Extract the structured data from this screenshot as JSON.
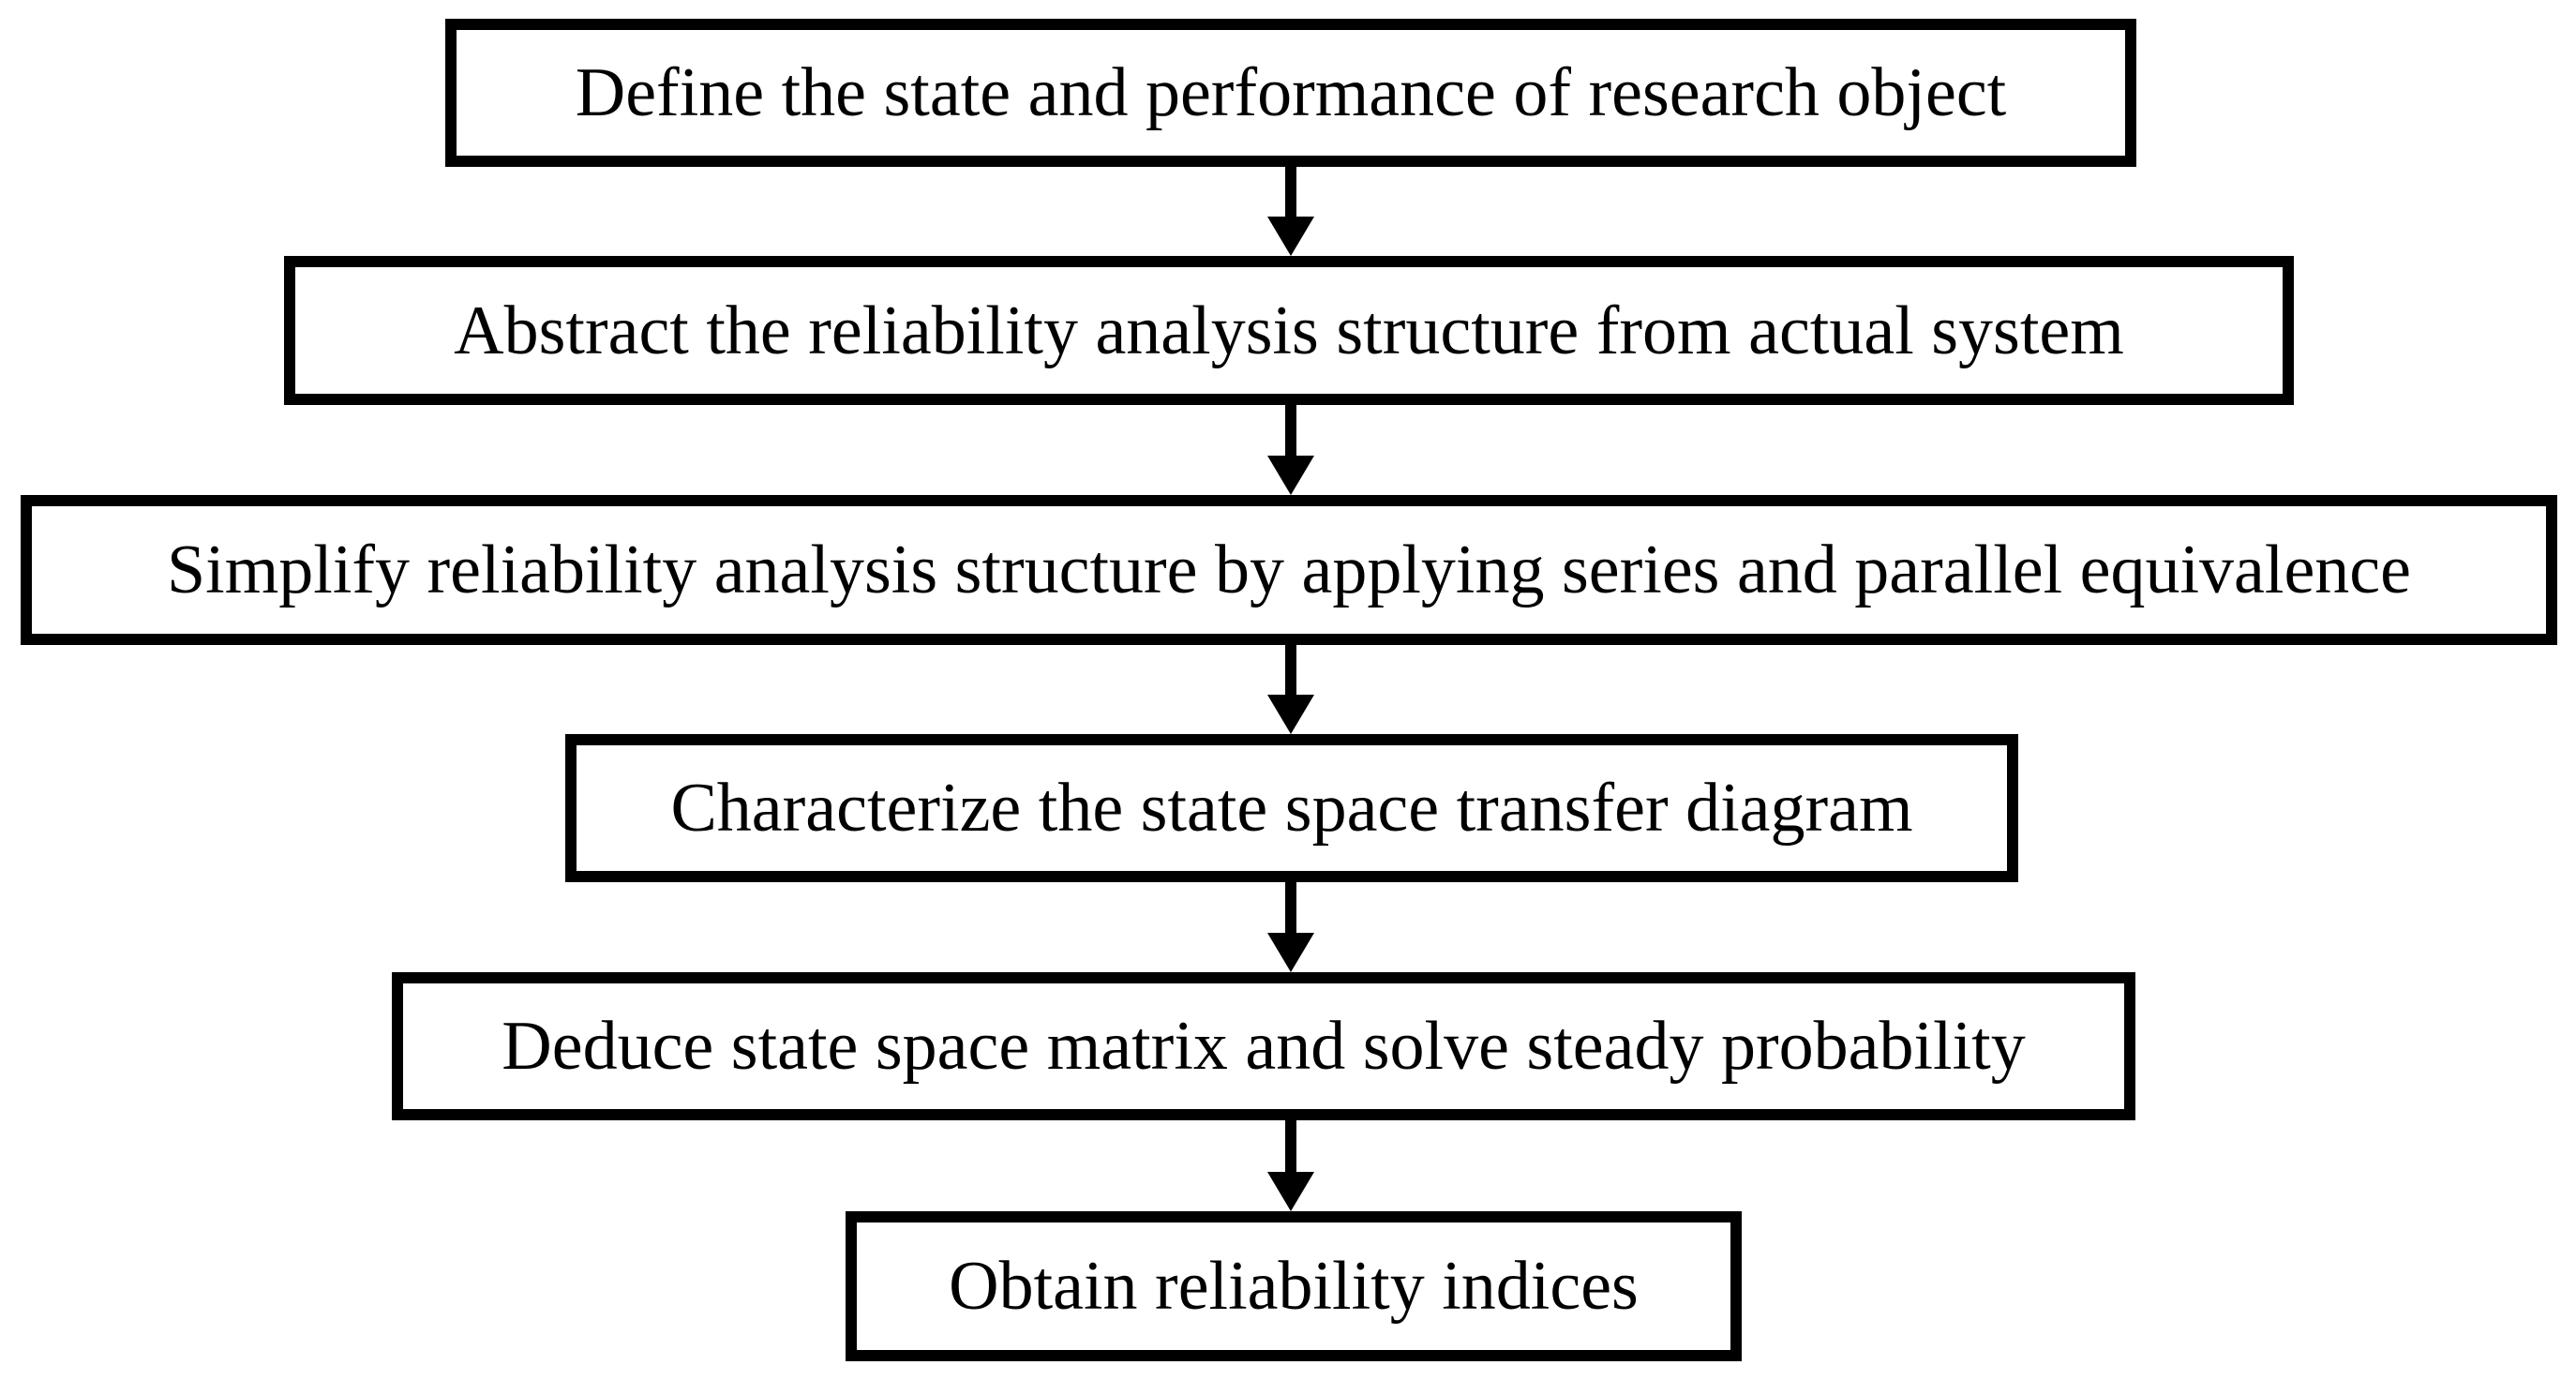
{
  "diagram": {
    "type": "flowchart",
    "direction": "top-down",
    "steps": [
      {
        "label": "Define the state and performance of research object"
      },
      {
        "label": "Abstract the reliability analysis structure from actual system"
      },
      {
        "label": "Simplify reliability analysis structure by applying series and parallel equivalence"
      },
      {
        "label": "Characterize the state space transfer diagram"
      },
      {
        "label": "Deduce state space matrix and solve steady probability"
      },
      {
        "label": "Obtain reliability indices"
      }
    ],
    "connector": "down-arrow",
    "colors": {
      "background": "#ffffff",
      "box_fill": "#ffffff",
      "box_border": "#000000",
      "text": "#000000",
      "arrow": "#000000"
    }
  }
}
